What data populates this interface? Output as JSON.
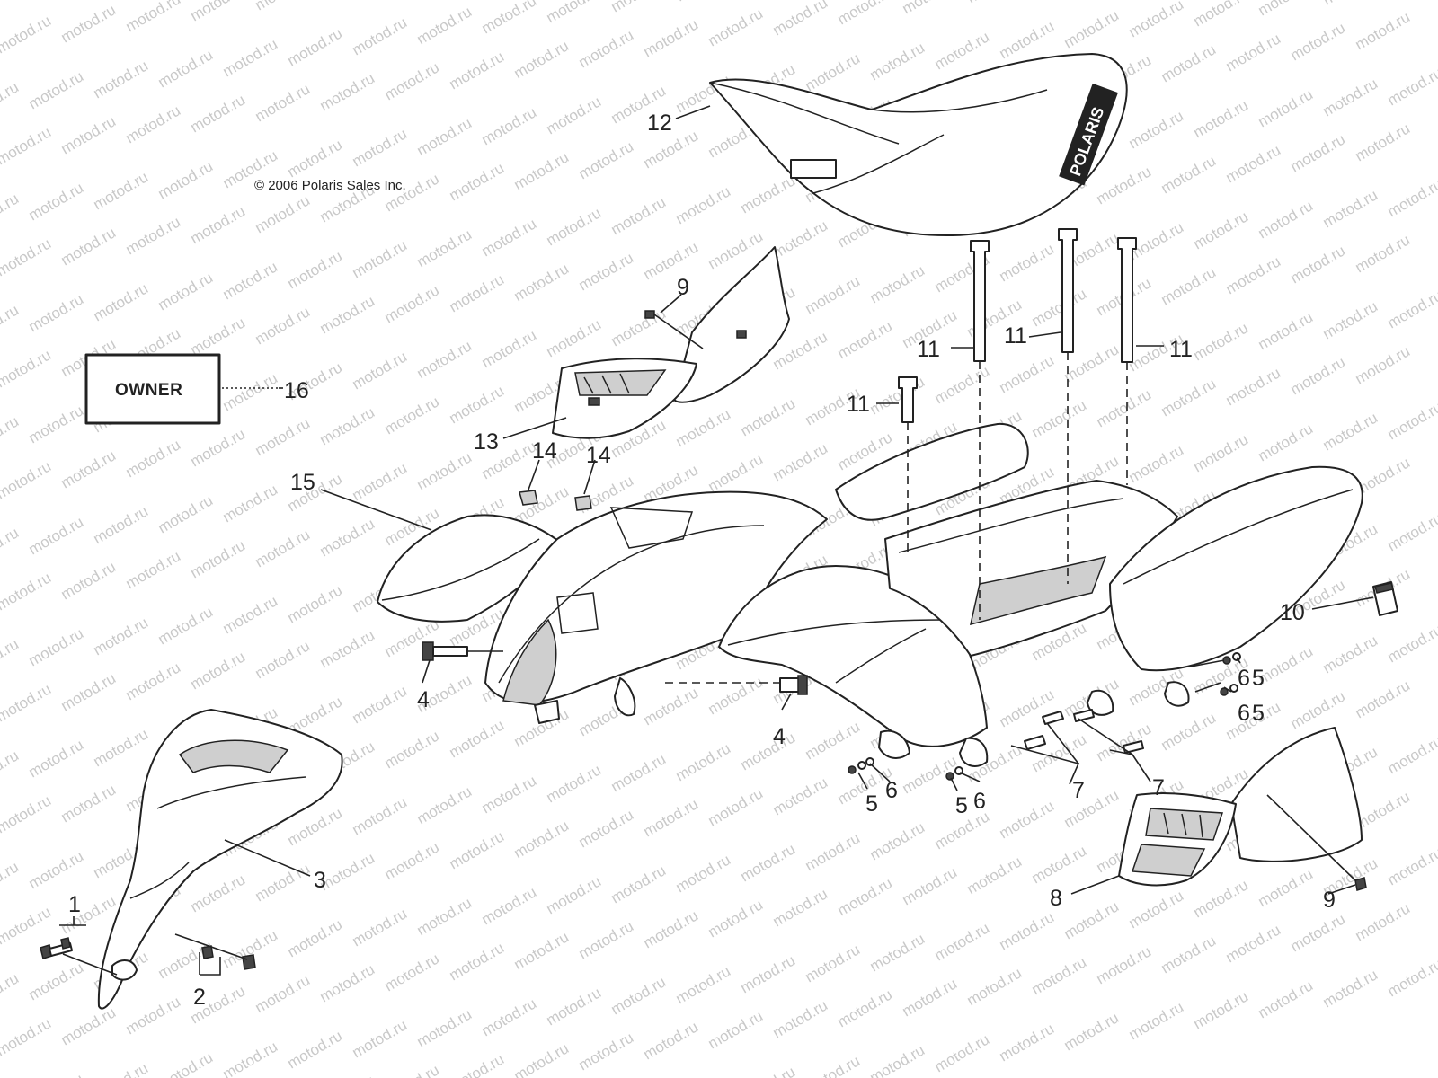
{
  "copyright": "© 2006 Polaris Sales Inc.",
  "watermark": "motod.ru",
  "owner_label": "OWNER",
  "seat_logo": "POLARIS",
  "callouts": {
    "c1": "1",
    "c2": "2",
    "c3": "3",
    "c4a": "4",
    "c4b": "4",
    "c5a": "5",
    "c5b": "5",
    "c5c": "5",
    "c5d": "5",
    "c6a": "6",
    "c6b": "6",
    "c6c": "6",
    "c6d": "6",
    "c7a": "7",
    "c7b": "7",
    "c8": "8",
    "c9a": "9",
    "c9b": "9",
    "c10": "10",
    "c11a": "11",
    "c11b": "11",
    "c11c": "11",
    "c11d": "11",
    "c12": "12",
    "c13": "13",
    "c14a": "14",
    "c14b": "14",
    "c15": "15",
    "c16": "16"
  },
  "colors": {
    "line": "#222222",
    "watermark": "#c9c9c9",
    "background": "#ffffff"
  }
}
